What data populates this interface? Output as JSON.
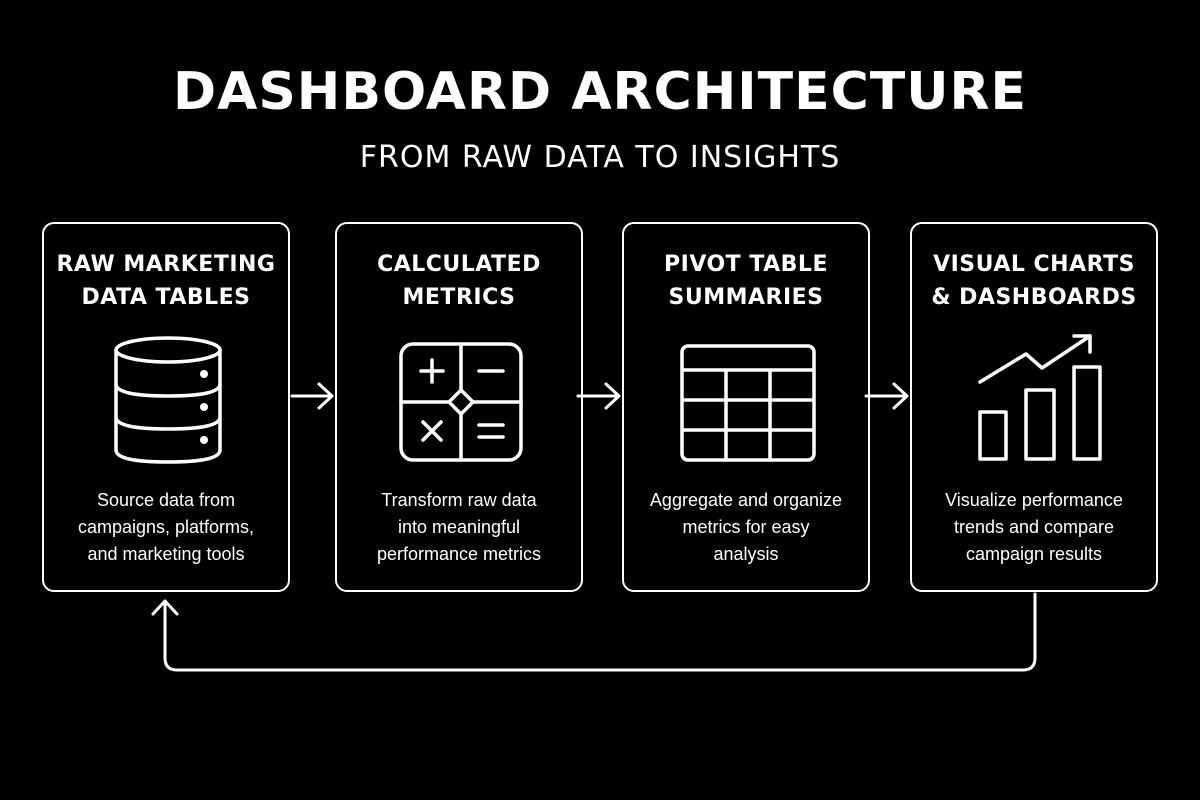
{
  "header": {
    "title": "DASHBOARD ARCHITECTURE",
    "subtitle": "FROM RAW DATA TO INSIGHTS"
  },
  "stages": [
    {
      "title": "RAW MARKETING\nDATA TABLES",
      "icon": "database-icon",
      "description": "Source data from\ncampaigns, platforms,\nand marketing tools"
    },
    {
      "title": "CALCULATED\nMETRICS",
      "icon": "calculator-icon",
      "description": "Transform raw data\ninto meaningful\nperformance metrics"
    },
    {
      "title": "PIVOT TABLE\nSUMMARIES",
      "icon": "table-grid-icon",
      "description": "Aggregate and organize\nmetrics for easy\nanalysis"
    },
    {
      "title": "VISUAL CHARTS\n& DASHBOARDS",
      "icon": "bar-chart-trend-icon",
      "description": "Visualize performance\ntrends and compare\ncampaign results"
    }
  ],
  "colors": {
    "background": "#000000",
    "foreground": "#ffffff"
  }
}
